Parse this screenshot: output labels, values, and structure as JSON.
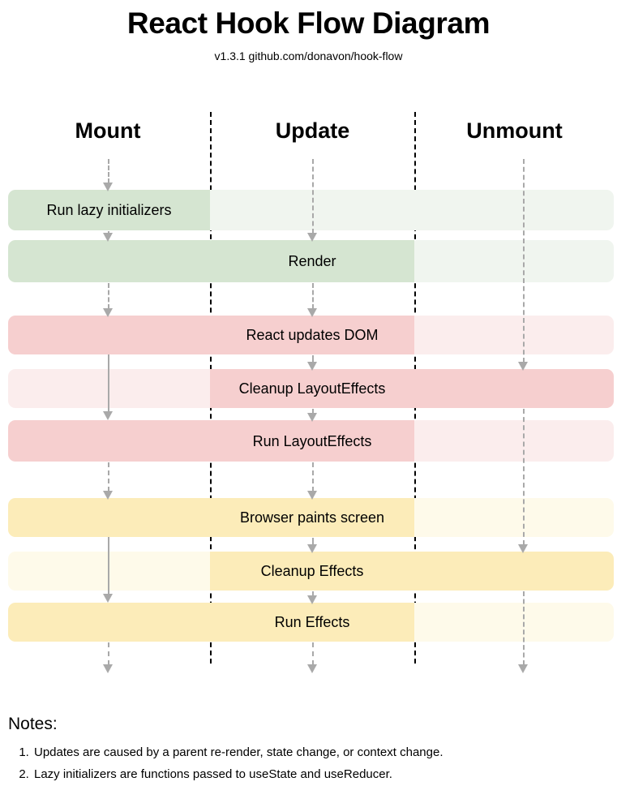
{
  "header": {
    "title": "React Hook Flow Diagram",
    "subtitle": "v1.3.1 github.com/donavon/hook-flow"
  },
  "columns": [
    {
      "id": "mount",
      "label": "Mount"
    },
    {
      "id": "update",
      "label": "Update"
    },
    {
      "id": "unmount",
      "label": "Unmount"
    }
  ],
  "colors": {
    "green_active": "#d5e5d1",
    "green_light": "#f0f5ef",
    "pink_active": "#f6cfcf",
    "pink_light": "#fbeded",
    "yellow_active": "#fcecb9",
    "yellow_light": "#fefaea",
    "arrow": "#a9a9a9",
    "divider": "#000000",
    "text": "#000000"
  },
  "rows": [
    {
      "label": "Run lazy initializers",
      "group": "green",
      "active": [
        true,
        false,
        false
      ]
    },
    {
      "label": "Render",
      "group": "green",
      "active": [
        true,
        true,
        false
      ]
    },
    {
      "label": "React updates DOM",
      "group": "pink",
      "active": [
        true,
        true,
        false
      ]
    },
    {
      "label": "Cleanup LayoutEffects",
      "group": "pink",
      "active": [
        false,
        true,
        true
      ]
    },
    {
      "label": "Run LayoutEffects",
      "group": "pink",
      "active": [
        true,
        true,
        false
      ]
    },
    {
      "label": "Browser paints screen",
      "group": "yellow",
      "active": [
        true,
        true,
        false
      ]
    },
    {
      "label": "Cleanup Effects",
      "group": "yellow",
      "active": [
        false,
        true,
        true
      ]
    },
    {
      "label": "Run Effects",
      "group": "yellow",
      "active": [
        true,
        true,
        false
      ]
    }
  ],
  "notes": {
    "title": "Notes:",
    "items": [
      "Updates are caused by a parent re-render, state change, or context change.",
      "Lazy initializers are functions passed to useState and useReducer."
    ]
  }
}
